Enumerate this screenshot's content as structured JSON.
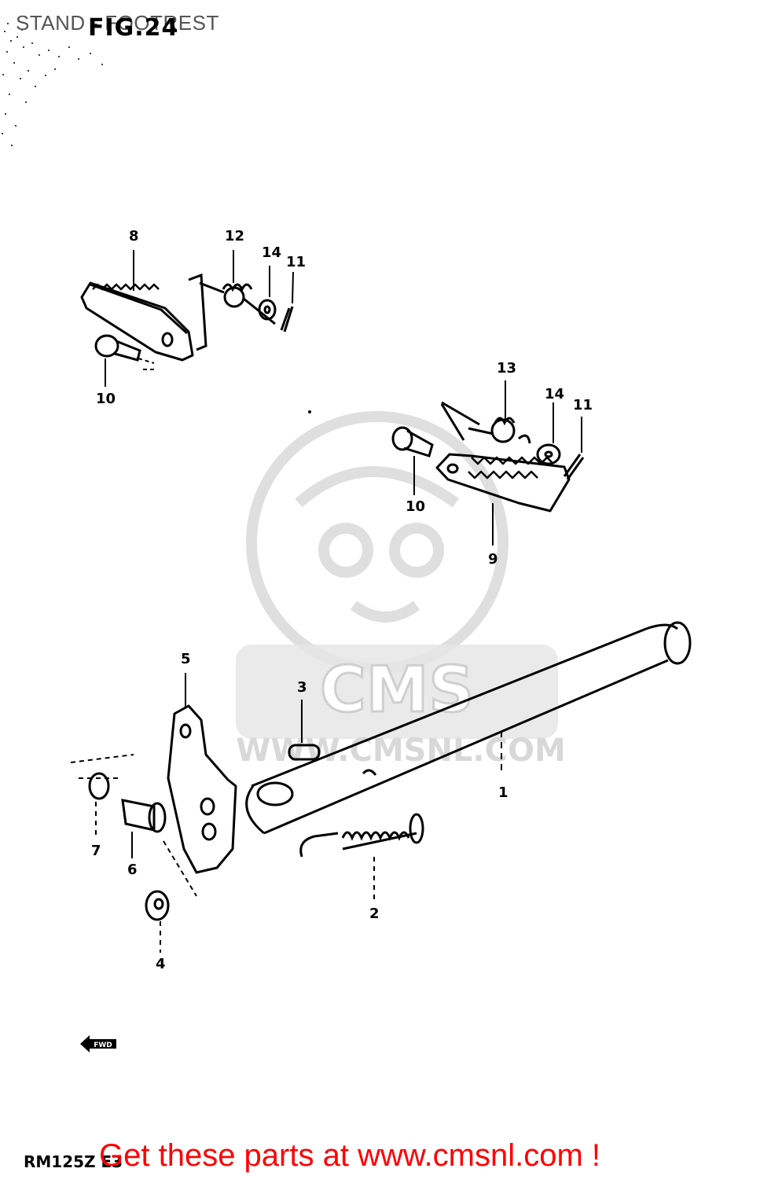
{
  "header": {
    "overlay_title": "STAND - FOOTREST",
    "figure_title": "FIG.24"
  },
  "watermark": {
    "text": "WWW.CMSNL.COM"
  },
  "callouts": {
    "c8": "8",
    "c12": "12",
    "c14a": "14",
    "c11a": "11",
    "c10a": "10",
    "c13": "13",
    "c14b": "14",
    "c11b": "11",
    "c10b": "10",
    "c9": "9",
    "c5": "5",
    "c3": "3",
    "c1": "1",
    "c7": "7",
    "c6": "6",
    "c2": "2",
    "c4": "4"
  },
  "direction_marker": {
    "label": "FWD",
    "icon": "forward-arrow-icon"
  },
  "footer": {
    "model_code": "RM125Z E3",
    "promo_text": "Get these parts at www.cmsnl.com !"
  },
  "colors": {
    "drawing": "#000000",
    "watermark": "#dddddd",
    "promo": "#ff0000"
  }
}
